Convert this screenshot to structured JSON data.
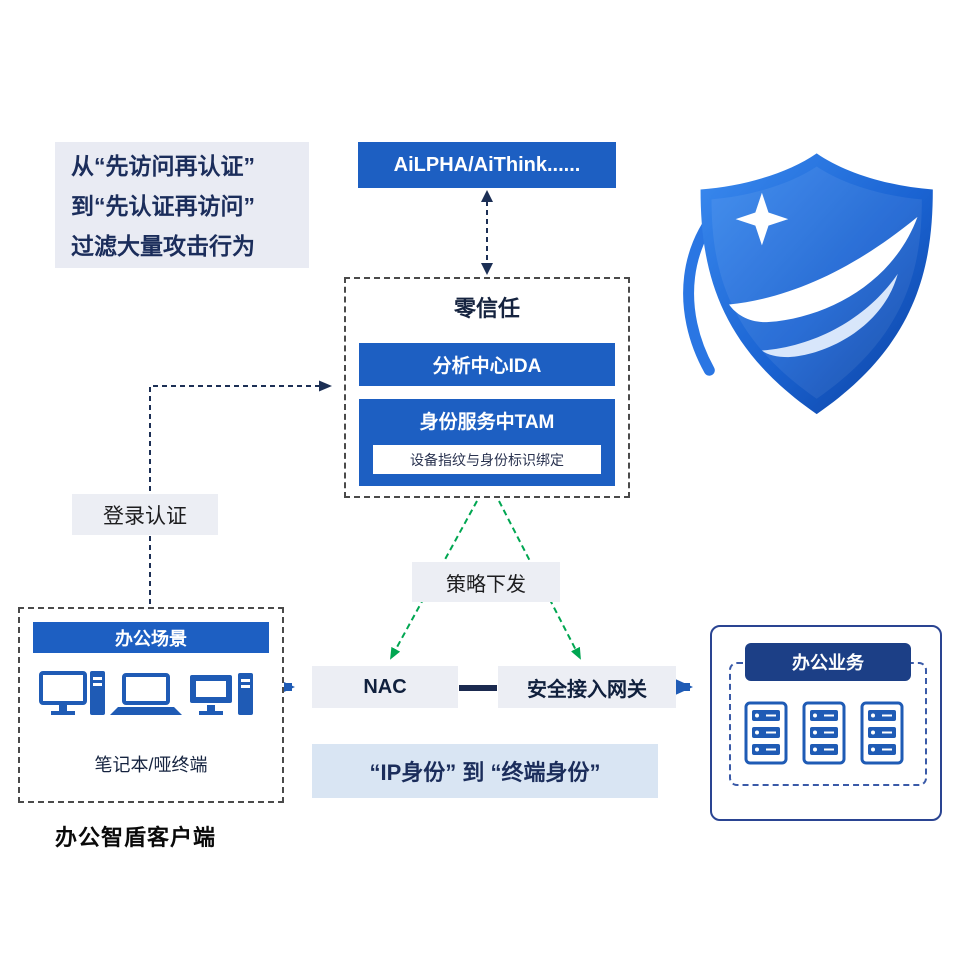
{
  "note": {
    "line1": "从“先访问再认证”",
    "line2": "到“先认证再访问”",
    "line3": "过滤大量攻击行为"
  },
  "ailpha": {
    "label": "AiLPHA/AiThink......"
  },
  "zero_trust": {
    "title": "零信任",
    "module_ida": "分析中心IDA",
    "module_tam": "身份服务中TAM",
    "module_tam_sub": "设备指纹与身份标识绑定"
  },
  "login": {
    "label": "登录认证"
  },
  "policy": {
    "label": "策略下发"
  },
  "nac": {
    "label": "NAC"
  },
  "gateway": {
    "label": "安全接入网关"
  },
  "office": {
    "header": "办公场景",
    "devices": "笔记本/哑终端",
    "caption": "办公智盾客户端"
  },
  "business": {
    "header": "办公业务"
  },
  "ip_note": {
    "label": "“IP身份” 到 “终端身份”"
  },
  "icons": {
    "logo": "shield-logo-icon",
    "devices": [
      "desktop-icon",
      "laptop-icon",
      "desktop-icon"
    ],
    "servers": "server-icon"
  },
  "colors": {
    "primary_blue": "#1d5fc2",
    "dark_navy": "#1b2d5b",
    "green_arrow": "#00a651",
    "light_gray_box": "#eceef4",
    "light_blue_box": "#d9e5f3",
    "biz_header": "#1c3f86"
  }
}
